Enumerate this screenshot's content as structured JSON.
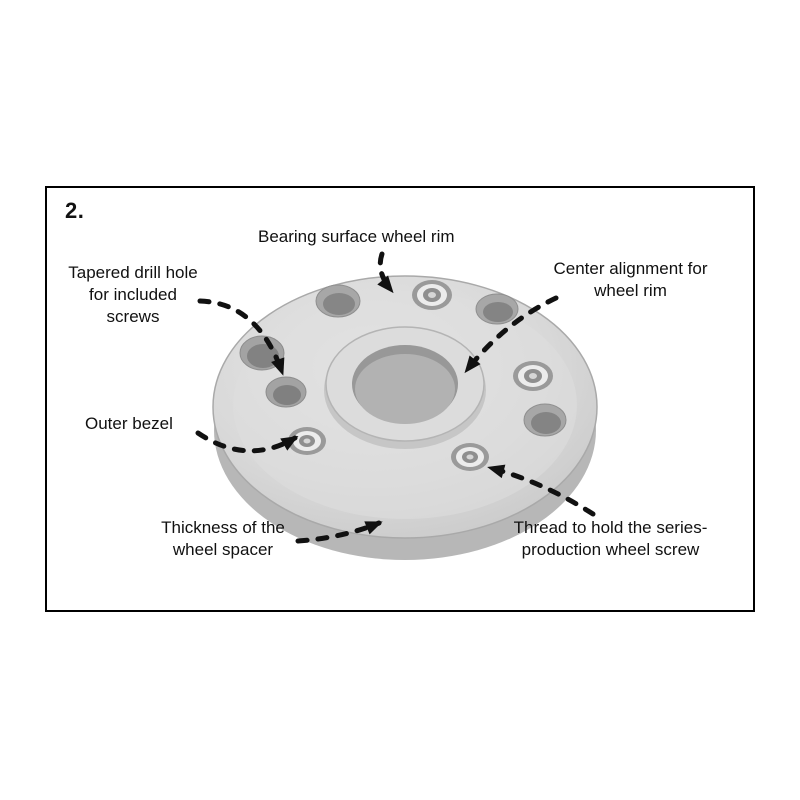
{
  "figure": {
    "step_number": "2.",
    "subject": "wheel-spacer-diagram"
  },
  "labels": {
    "bearing_surface": {
      "text": "Bearing surface wheel rim"
    },
    "tapered_drill_hole": {
      "lines": [
        "Tapered drill hole",
        "for included",
        "screws"
      ]
    },
    "center_alignment": {
      "lines": [
        "Center alignment for",
        "wheel rim"
      ]
    },
    "outer_bezel": {
      "text": "Outer bezel"
    },
    "thickness": {
      "lines": [
        "Thickness of the",
        "wheel spacer"
      ]
    },
    "thread": {
      "lines": [
        "Thread to hold the series-",
        "production wheel screw"
      ]
    }
  },
  "colors": {
    "frame_border": "#000000",
    "arrow": "#111111",
    "spacer_body": "#d9d9d9",
    "spacer_side": "#bcbcbc",
    "background": "#ffffff"
  }
}
